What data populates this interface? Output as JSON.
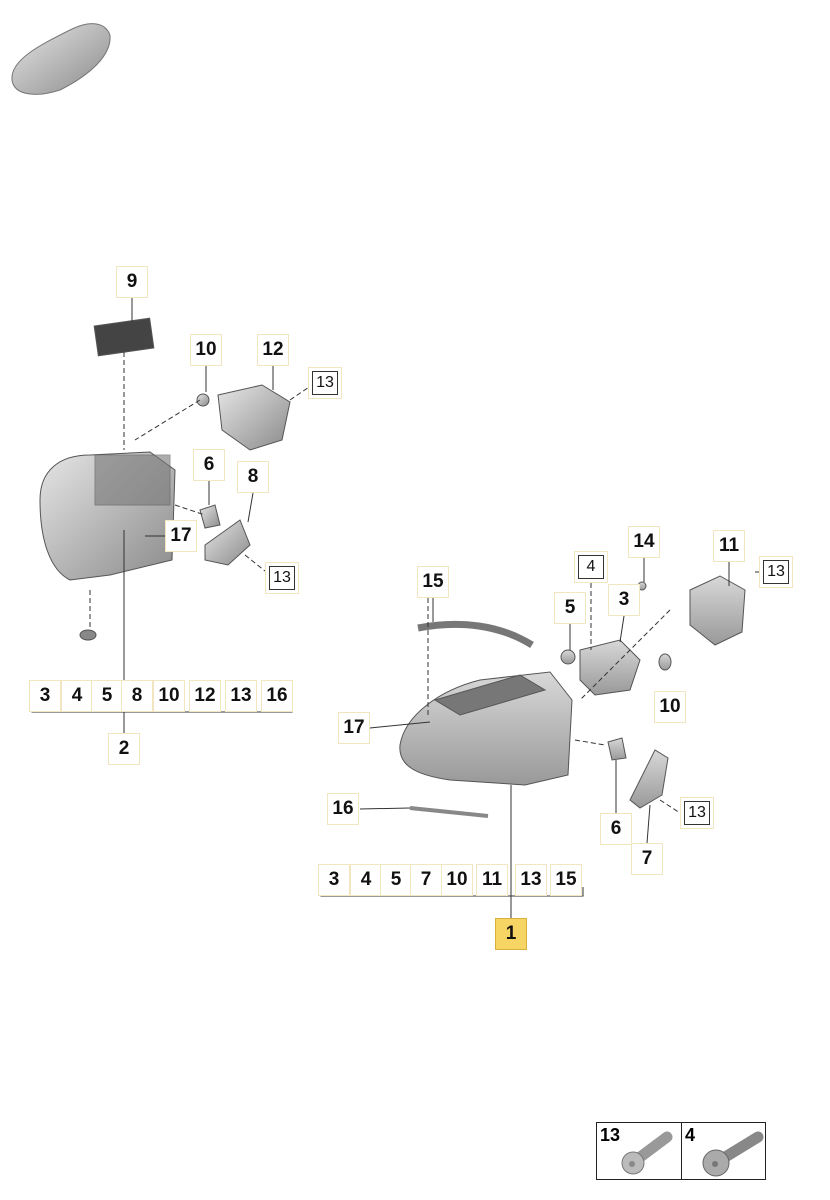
{
  "left_assembly": {
    "callouts": [
      "9",
      "10",
      "12",
      "13",
      "6",
      "8",
      "17",
      "13"
    ],
    "parts_row": [
      "3",
      "4",
      "5",
      "8",
      "10",
      "12",
      "13",
      "16"
    ],
    "main_part": "2"
  },
  "right_assembly": {
    "callouts": [
      "15",
      "4",
      "14",
      "11",
      "13",
      "5",
      "3",
      "10",
      "17",
      "16",
      "6",
      "13",
      "7"
    ],
    "parts_row": [
      "3",
      "4",
      "5",
      "7",
      "10",
      "11",
      "13",
      "15"
    ],
    "main_part": "1"
  },
  "legend": {
    "items": [
      {
        "number": "13",
        "icon": "pan-head-torx-screw-icon"
      },
      {
        "number": "4",
        "icon": "flange-torx-screw-icon"
      }
    ]
  },
  "colors": {
    "highlight": "#f7d565",
    "label_border": "#f1e6c0"
  }
}
